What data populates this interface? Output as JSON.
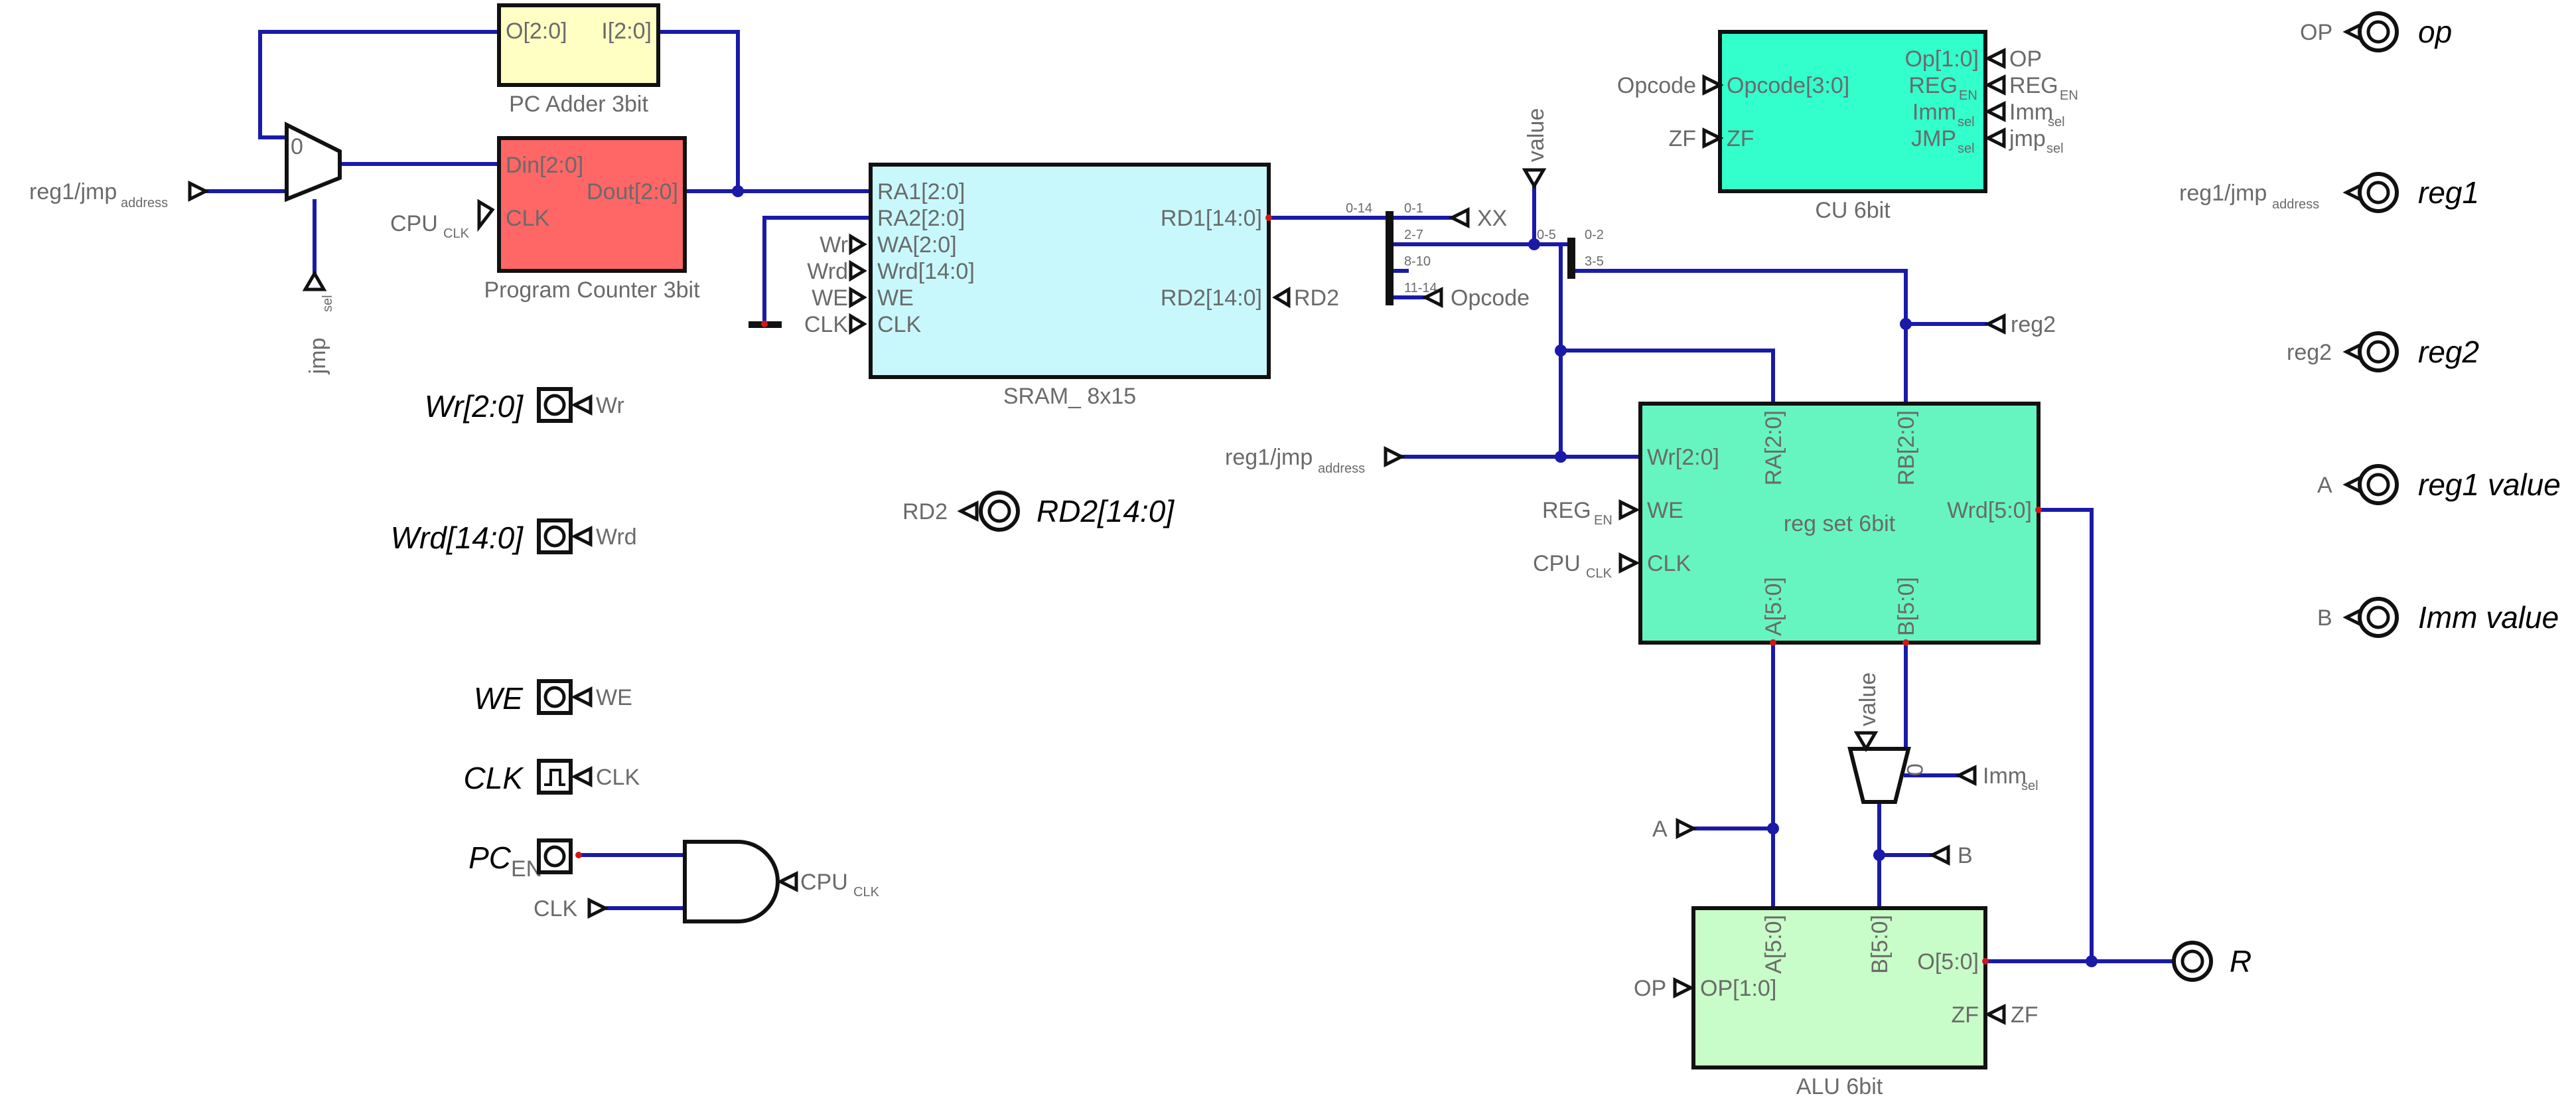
{
  "colors": {
    "wire": "#1a1aa8",
    "pc_adder": "#ffffc4",
    "program_counter": "#ff6666",
    "sram": "#c8f8fc",
    "cu": "#33ffcc",
    "reg_set": "#66f5c0",
    "alu": "#c8fcc8"
  },
  "components": {
    "pc_adder": {
      "name": "PC  Adder  3bit",
      "pins": [
        "O[2:0]",
        "I[2:0]"
      ]
    },
    "program_counter": {
      "name": "Program  Counter  3bit",
      "pins": [
        "Din[2:0]",
        "Dout[2:0]",
        "CLK"
      ]
    },
    "sram": {
      "name": "SRAM_  8x15",
      "pins": [
        "RA1[2:0]",
        "RA2[2:0]",
        "WA[2:0]",
        "Wrd[14:0]",
        "WE",
        "CLK",
        "RD1[14:0]",
        "RD2[14:0]"
      ]
    },
    "cu": {
      "name": "CU  6bit",
      "pins": [
        "Opcode[3:0]",
        "ZF",
        "Op[1:0]",
        "REG",
        "EN",
        "Imm",
        "sel",
        "JMP",
        "sel"
      ]
    },
    "reg_set": {
      "name": "reg  set  6bit",
      "pins": [
        "Wr[2:0]",
        "WE",
        "CLK",
        "RA[2:0]",
        "RB[2:0]",
        "A[5:0]",
        "B[5:0]",
        "Wrd[5:0]"
      ]
    },
    "alu": {
      "name": "ALU  6bit",
      "pins": [
        "A[5:0]",
        "B[5:0]",
        "OP[1:0]",
        "O[5:0]",
        "ZF"
      ]
    },
    "mux_pc": {
      "sel_zero": "0"
    },
    "mux_alu": {
      "sel_zero": "0"
    }
  },
  "tunnels": {
    "reg1_jmp": "reg1/jmp",
    "address": "address",
    "cpu": "CPU",
    "clk_sub": "CLK",
    "clk": "CLK",
    "jmp": "jmp",
    "sel": "sel",
    "wr": "Wr",
    "wrd": "Wrd",
    "we": "WE",
    "rd2": "RD2",
    "xx": "XX",
    "opcode": "Opcode",
    "value": "value",
    "reg2": "reg2",
    "reg": "REG",
    "en": "EN",
    "imm": "Imm",
    "a": "A",
    "b": "B",
    "op": "OP",
    "zf": "ZF",
    "jmp_lower": "jmp"
  },
  "splitter": {
    "out_a": "0-14",
    "out_b": "0-1",
    "out_c": "2-7",
    "out_d": "8-10",
    "out_e": "11-14",
    "out_f": "0-5",
    "out_g": "0-2",
    "out_h": "3-5"
  },
  "inputs": [
    {
      "name": "Wr[2:0]",
      "tunnel": "Wr"
    },
    {
      "name": "Wrd[14:0]",
      "tunnel": "Wrd"
    },
    {
      "name": "WE",
      "tunnel": "WE"
    },
    {
      "name": "CLK",
      "tunnel": "CLK"
    },
    {
      "name": "PC",
      "sub": "EN"
    }
  ],
  "outputs": [
    {
      "name": "op",
      "tunnel": "OP"
    },
    {
      "name": "reg1",
      "tunnel": "reg1/jmp",
      "tunnel_sub": "address"
    },
    {
      "name": "reg2",
      "tunnel": "reg2"
    },
    {
      "name": "reg1  value",
      "tunnel": "A"
    },
    {
      "name": "Imm  value",
      "tunnel": "B"
    },
    {
      "name": "RD2[14:0]",
      "tunnel": "RD2"
    },
    {
      "name": "R"
    }
  ]
}
